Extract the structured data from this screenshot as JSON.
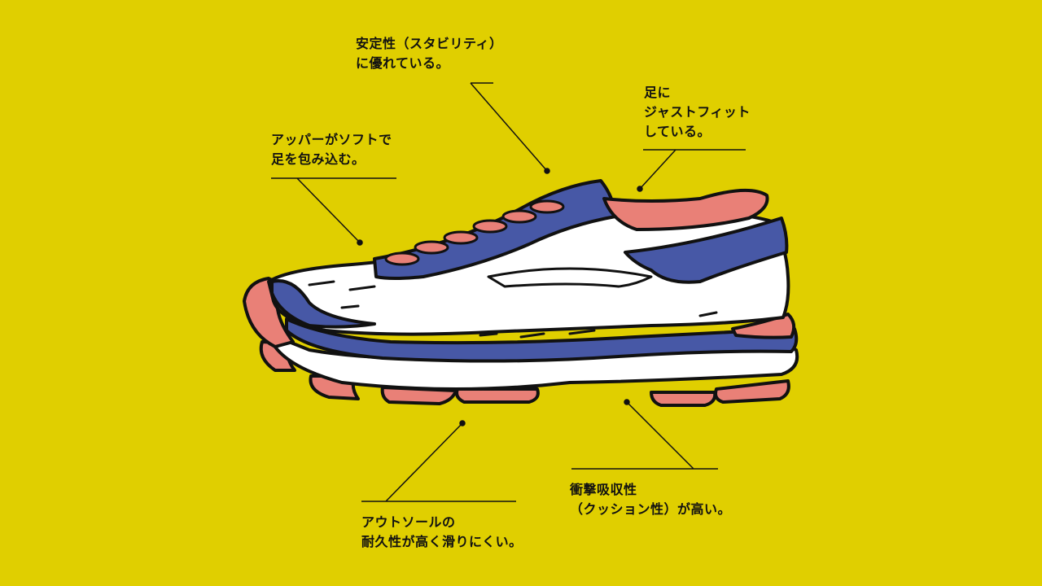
{
  "colors": {
    "background": "#e0cf00",
    "shoe_blue": "#4758a6",
    "shoe_pink": "#e98077",
    "shoe_white": "#ffffff",
    "outline": "#111111"
  },
  "callouts": {
    "stability": {
      "line1": "安定性（スタビリティ）",
      "line2": "に優れている。"
    },
    "fit": {
      "line1": "足に",
      "line2": "ジャストフィット",
      "line3": "している。"
    },
    "upper": {
      "line1": "アッパーがソフトで",
      "line2": "足を包み込む。"
    },
    "outsole": {
      "line1": "アウトソールの",
      "line2": "耐久性が高く滑りにくい。"
    },
    "cushion": {
      "line1": "衝撃吸収性",
      "line2": "（クッション性）が高い。"
    }
  }
}
